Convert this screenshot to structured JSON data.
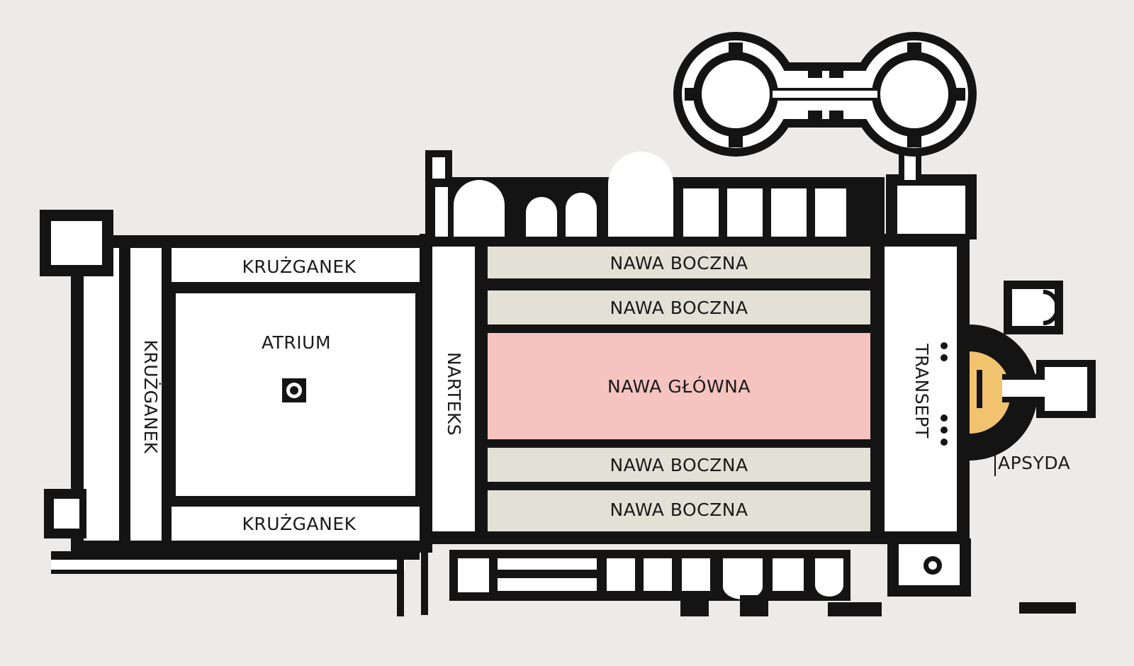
{
  "labels": {
    "cloister_north": "KRUŻGANEK",
    "cloister_south": "KRUŻGANEK",
    "cloister_west": "KRUŻGANEK",
    "atrium": "ATRIUM",
    "narthex": "NARTEKS",
    "aisle_1": "NAWA BOCZNA",
    "aisle_2": "NAWA BOCZNA",
    "nave": "NAWA GŁÓWNA",
    "aisle_3": "NAWA BOCZNA",
    "aisle_4": "NAWA BOCZNA",
    "transept": "TRANSEPT",
    "apse": "APSYDA"
  },
  "colors": {
    "background": "#ecebea",
    "walls": "#141414",
    "floor": "#ffffff",
    "aisle_fill": "#e3e0d6",
    "nave_fill": "#f5c4c0",
    "apse_fill": "#f2c36e"
  }
}
